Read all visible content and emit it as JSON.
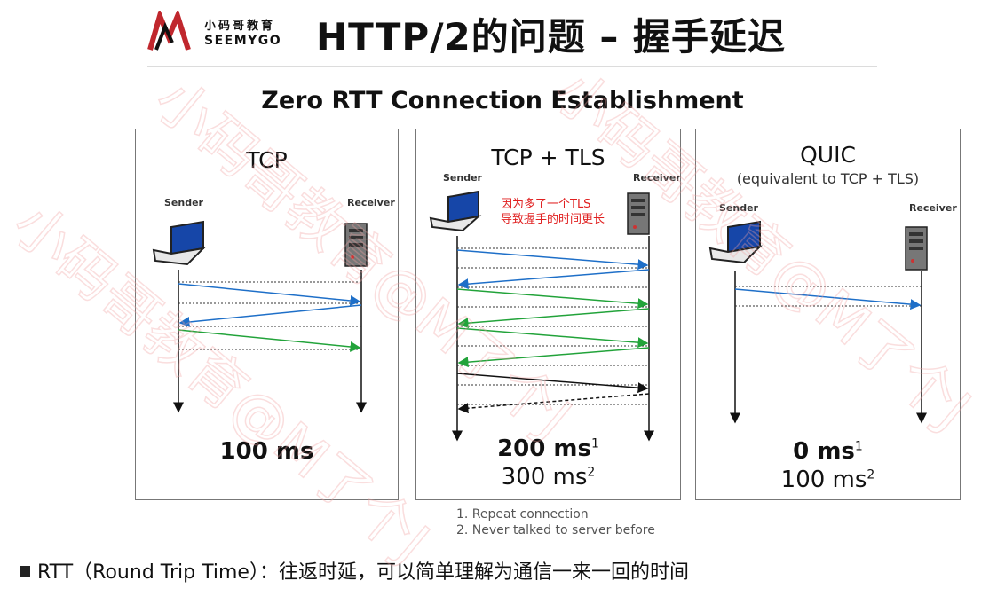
{
  "logo": {
    "brand_cn": "小码哥教育",
    "brand_en": "SEEMYGO"
  },
  "page_title": "HTTP/2的问题 – 握手延迟",
  "diagram_title": "Zero RTT Connection Establishment",
  "panels": [
    {
      "title": "TCP",
      "subtitle": "",
      "sender": "Sender",
      "receiver": "Receiver",
      "time_primary": "100 ms",
      "sup_primary": "",
      "time_secondary": "",
      "sup_secondary": ""
    },
    {
      "title": "TCP + TLS",
      "subtitle": "",
      "sender": "Sender",
      "receiver": "Receiver",
      "note": [
        "因为多了一个TLS",
        "导致握手的时间更长"
      ],
      "time_primary": "200 ms",
      "sup_primary": "1",
      "time_secondary": "300 ms",
      "sup_secondary": "2"
    },
    {
      "title": "QUIC",
      "subtitle": "(equivalent to TCP + TLS)",
      "sender": "Sender",
      "receiver": "Receiver",
      "time_primary": "0 ms",
      "sup_primary": "1",
      "time_secondary": "100 ms",
      "sup_secondary": "2"
    }
  ],
  "footnotes": [
    "1. Repeat connection",
    "2. Never talked to server before"
  ],
  "bullet": "RTT（Round Trip Time）：往返时延，可以简单理解为通信一来一回的时间",
  "watermark": "小码哥教育@M了个J",
  "colors": {
    "blue": "#1e6fc8",
    "green": "#22a33a",
    "black": "#111111",
    "note_red": "#e02020"
  }
}
